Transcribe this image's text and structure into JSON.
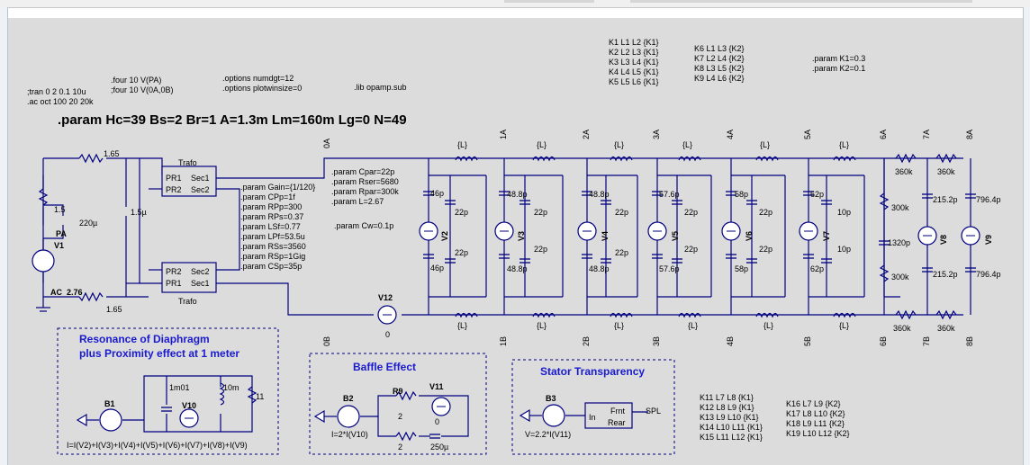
{
  "directives": {
    "tran": ";tran 0 2 0.1 10u",
    "ac": ".ac oct 100 20 20k",
    "four1": ".four 10 V(PA)",
    "four2": ";four 10 V(0A,0B)",
    "options1": ".options numdgt=12",
    "options2": ".options plotwinsize=0",
    "lib": ".lib opamp.sub",
    "main_param": ".param Hc=39 Bs=2 Br=1 A=1.3m Lm=160m Lg=0 N=49",
    "param_k1": ".param K1=0.3",
    "param_k2": ".param K2=0.1"
  },
  "couplings_top_left": [
    "K1 L1 L2 {K1}",
    "K2 L2 L3 {K1}",
    "K3 L3 L4 {K1}",
    "K4 L4 L5 {K1}",
    "K5 L5 L6 {K1}"
  ],
  "couplings_top_right": [
    "K6 L1 L3 {K2}",
    "K7 L2 L4 {K2}",
    "K8 L3 L5 {K2}",
    "K9 L4 L6 {K2}"
  ],
  "couplings_bottom_left": [
    "K11 L7 L8 {K1}",
    "K12 L8 L9 {K1}",
    "K13 L9 L10 {K1}",
    "K14 L10 L11 {K1}",
    "K15 L11 L12 {K1}"
  ],
  "couplings_bottom_right": [
    "K16 L7 L9 {K2}",
    "K17 L8 L10 {K2}",
    "K18 L9 L11 {K2}",
    "K19 L10 L12 {K2}"
  ],
  "trafo_params": [
    ".param Gain={1/120}",
    ".param CPp=1f",
    ".param RPp=300",
    ".param RPs=0.37",
    ".param LSf=0.77",
    ".param LPf=53.5u",
    ".param RSs=3560",
    ".param RSp=1Gig",
    ".param CSp=35p"
  ],
  "stator_params": [
    ".param Cpar=22p",
    ".param Rser=5680",
    ".param Rpar=300k",
    ".param L=2.67"
  ],
  "cw_param": ".param Cw=0.1p",
  "trafo": {
    "label": "Trafo",
    "pr1": "PR1",
    "pr2": "PR2",
    "sec1": "Sec1",
    "sec2": "Sec2"
  },
  "source": {
    "r1": "1.65",
    "r2": "1.5",
    "c1": "220µ",
    "c2": "1.5µ",
    "v1": "V1",
    "pa": "PA",
    "ac": "AC  2.76",
    "r3": "1.65"
  },
  "nodes_top": [
    "0A",
    "1A",
    "2A",
    "3A",
    "4A",
    "5A",
    "6A",
    "7A",
    "8A"
  ],
  "nodes_bottom": [
    "0B",
    "1B",
    "2B",
    "3B",
    "4B",
    "5B",
    "6B",
    "7B",
    "8B"
  ],
  "inductor_label": "{L}",
  "cells": [
    {
      "name": "V2",
      "ca": "46p",
      "cb": "46p",
      "c1": "22p",
      "c2": "22p"
    },
    {
      "name": "V3",
      "ca": "48.8p",
      "cb": "48.8p",
      "c1": "22p",
      "c2": "22p"
    },
    {
      "name": "V4",
      "ca": "48.8p",
      "cb": "48.8p",
      "c1": "22p",
      "c2": "22p"
    },
    {
      "name": "V5",
      "ca": "57.6p",
      "cb": "57.6p",
      "c1": "22p",
      "c2": "22p"
    },
    {
      "name": "V6",
      "ca": "58p",
      "cb": "58p",
      "c1": "22p",
      "c2": "22p"
    },
    {
      "name": "V7",
      "ca": "62p",
      "cb": "62p",
      "c1": "10p",
      "c2": "10p"
    }
  ],
  "terminal": {
    "r360a": "360k",
    "r360b": "360k",
    "r360c": "360k",
    "r360d": "360k",
    "r300a": "300k",
    "r300b": "300k",
    "c1320": "1320p",
    "c215a": "215.2p",
    "c215b": "215.2p",
    "c796a": "796.4p",
    "c796b": "796.4p",
    "v8": "V8",
    "v9": "V9"
  },
  "v12": {
    "name": "V12",
    "value": "0"
  },
  "box_resonance": {
    "title1": "Resonance of Diaphragm",
    "title2": "plus Proximity effect at 1 meter",
    "b1": "B1",
    "c": "1m01",
    "v10": "V10",
    "l": "10m",
    "r": "11",
    "formula": "I=I(V2)+I(V3)+I(V4)+I(V5)+I(V6)+I(V7)+I(V8)+I(V9)"
  },
  "box_baffle": {
    "title": "Baffle Effect",
    "b2": "B2",
    "r9": "R9",
    "v11": "V11",
    "r9v": "2",
    "v11v": "0",
    "r2": "2",
    "c": "250µ",
    "formula": "I=2*I(V10)"
  },
  "box_stator": {
    "title": "Stator Transparency",
    "b3": "B3",
    "in": "In",
    "frnt": "Frnt",
    "rear": "Rear",
    "spl": "SPL",
    "formula": "V=2.2*I(V11)"
  }
}
